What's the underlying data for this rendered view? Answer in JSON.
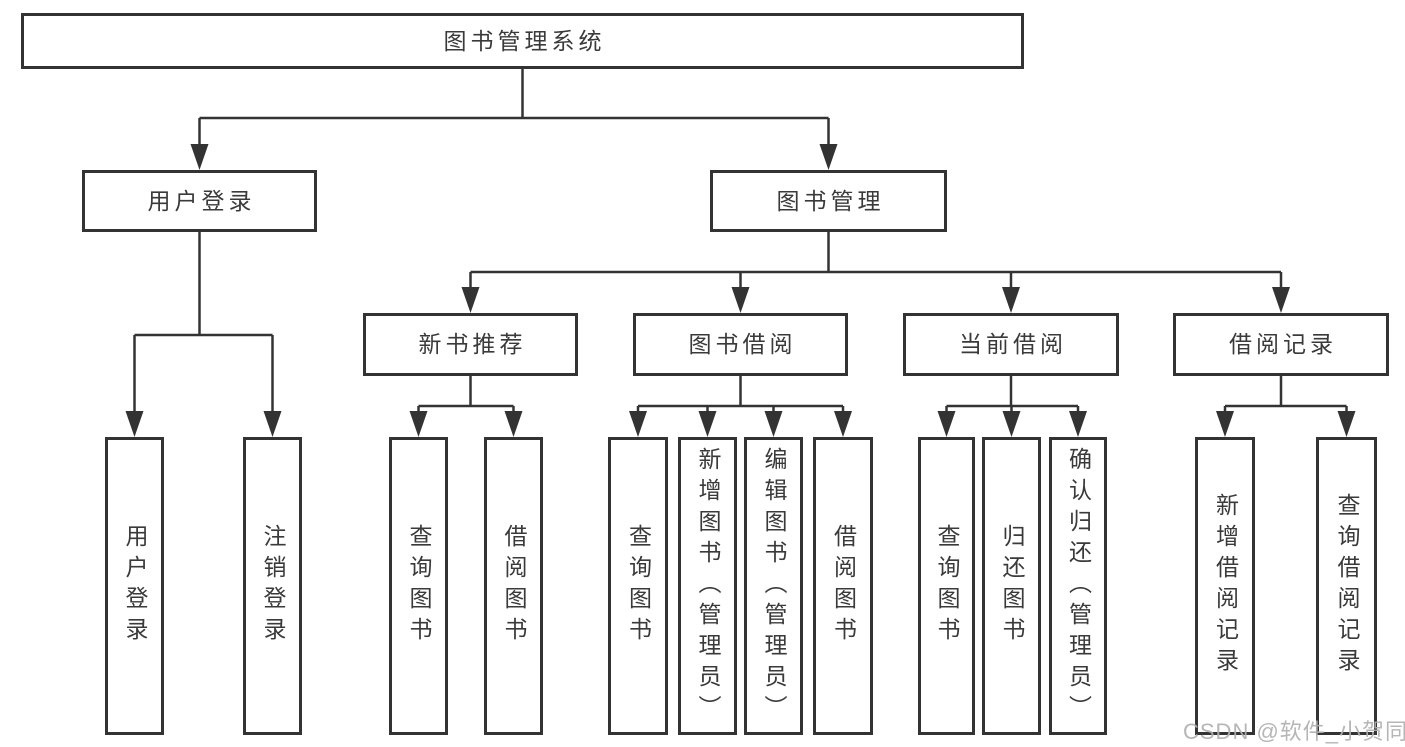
{
  "tree": {
    "label": "图书管理系统",
    "children": [
      {
        "label": "用户登录",
        "children": [
          {
            "label": "用户登录"
          },
          {
            "label": "注销登录"
          }
        ]
      },
      {
        "label": "图书管理",
        "children": [
          {
            "label": "新书推荐",
            "children": [
              {
                "label": "查询图书"
              },
              {
                "label": "借阅图书"
              }
            ]
          },
          {
            "label": "图书借阅",
            "children": [
              {
                "label": "查询图书"
              },
              {
                "label": "新增图书（管理员）"
              },
              {
                "label": "编辑图书（管理员）"
              },
              {
                "label": "借阅图书"
              }
            ]
          },
          {
            "label": "当前借阅",
            "children": [
              {
                "label": "查询图书"
              },
              {
                "label": "归还图书"
              },
              {
                "label": "确认归还（管理员）"
              }
            ]
          },
          {
            "label": "借阅记录",
            "children": [
              {
                "label": "新增借阅记录"
              },
              {
                "label": "查询借阅记录"
              }
            ]
          }
        ]
      }
    ]
  },
  "watermark": {
    "text": "CSDN @软件_小贺同学"
  },
  "colors": {
    "line": "#333333",
    "text": "#3a3a3a",
    "watermark": "#b0b0b0",
    "background": "#ffffff"
  }
}
